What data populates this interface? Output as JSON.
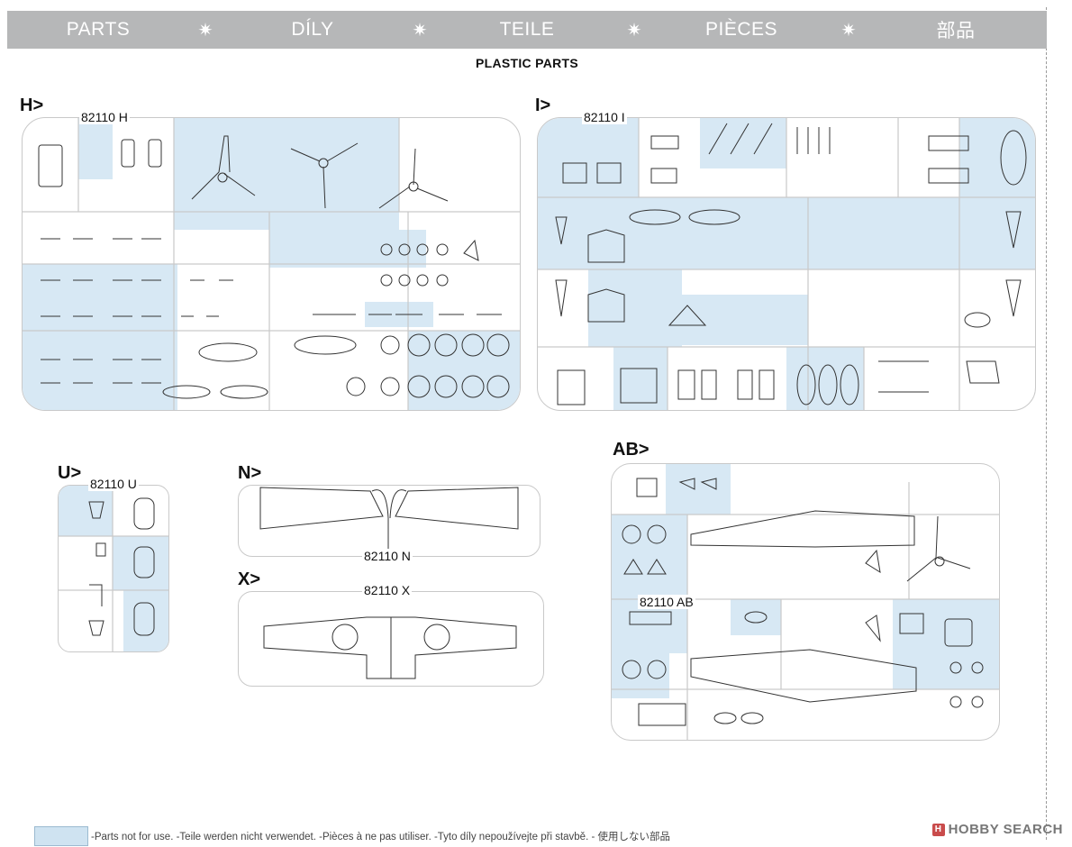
{
  "header": {
    "cells": [
      "PARTS",
      "DÍLY",
      "TEILE",
      "PIÈCES",
      "部品"
    ],
    "separator": "✷"
  },
  "subtitle": "PLASTIC PARTS",
  "sprues": {
    "H": {
      "label": "H>",
      "code": "82110 H"
    },
    "I": {
      "label": "I>",
      "code": "82110 I"
    },
    "U": {
      "label": "U>",
      "code": "82110 U"
    },
    "N": {
      "label": "N>",
      "code": "82110 N"
    },
    "X": {
      "label": "X>",
      "code": "82110 X"
    },
    "AB": {
      "label": "AB>",
      "code": "82110 AB"
    }
  },
  "legend": {
    "text": "-Parts not for use. -Teile werden nicht verwendet. -Pièces à ne pas utiliser. -Tyto díly nepoužívejte při stavbě. -   使用しない部品",
    "swatch_color": "#cfe3f1"
  },
  "watermark": {
    "text": "HOBBY SEARCH",
    "logo_glyph": "H"
  },
  "colors": {
    "unused_fill": "#d7e8f4",
    "sprue_line": "#c9c9c9",
    "part_stroke": "#333333"
  }
}
